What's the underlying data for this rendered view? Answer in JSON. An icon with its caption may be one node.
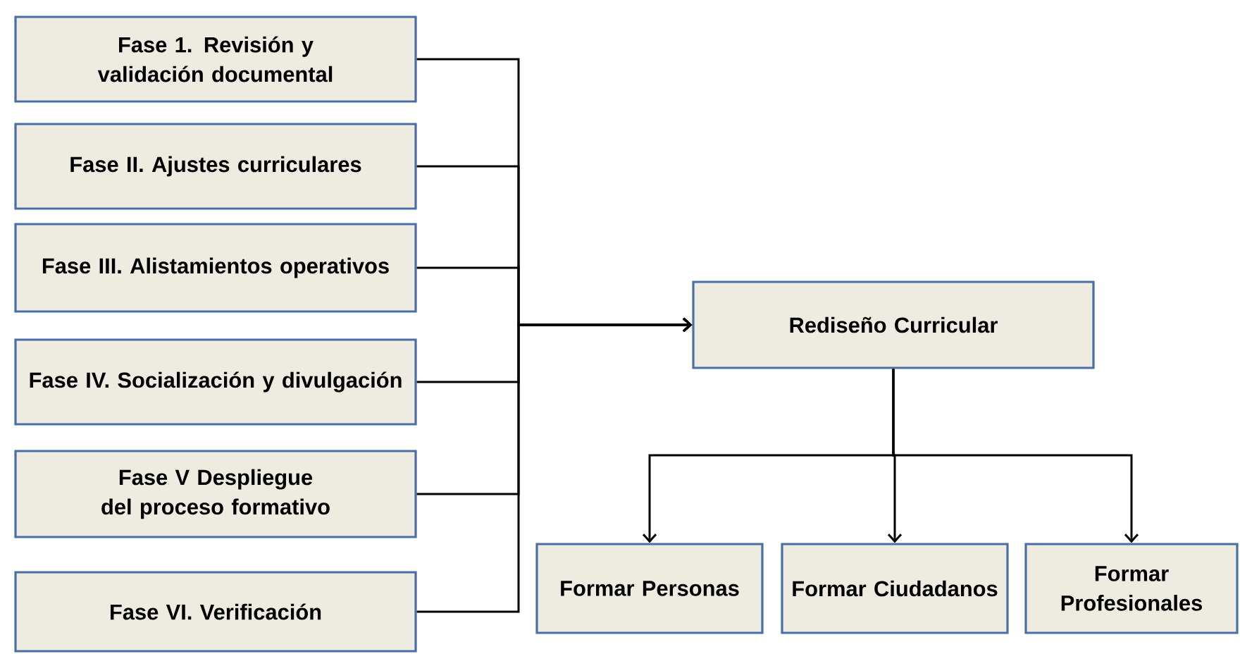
{
  "diagram": {
    "nodes": [
      {
        "text": [
          "Fase 1. Revisión y validación documental"
        ]
      },
      {
        "text": [
          "Fase II. Ajustes curriculares"
        ]
      },
      {
        "text": [
          "Fase III. Alistamientos operativos"
        ]
      },
      {
        "text": [
          "Fase  IV. Socialización y divulgación"
        ]
      },
      {
        "text": [
          "Fase V Despliegue del proceso formativo"
        ]
      },
      {
        "text": [
          "Fase VI. Verificación"
        ]
      },
      {
        "text": [
          "Rediseño Curricular"
        ]
      },
      {
        "text": [
          "Formar Personas"
        ]
      },
      {
        "text": [
          "Formar Ciudadanos"
        ]
      },
      {
        "text": [
          "Formar Profesionales"
        ]
      }
    ],
    "edges": [
      {
        "from": 0,
        "to": 6,
        "arrow": "to"
      },
      {
        "from": 1,
        "to": 6,
        "arrow": "to"
      },
      {
        "from": 2,
        "to": 6,
        "arrow": "to"
      },
      {
        "from": 3,
        "to": 6,
        "arrow": "to"
      },
      {
        "from": 4,
        "to": 6,
        "arrow": "to"
      },
      {
        "from": 5,
        "to": 6,
        "arrow": "to"
      },
      {
        "from": 6,
        "to": 7,
        "arrow": "to"
      },
      {
        "from": 6,
        "to": 8,
        "arrow": "to"
      },
      {
        "from": 6,
        "to": 9,
        "arrow": "to"
      }
    ]
  }
}
